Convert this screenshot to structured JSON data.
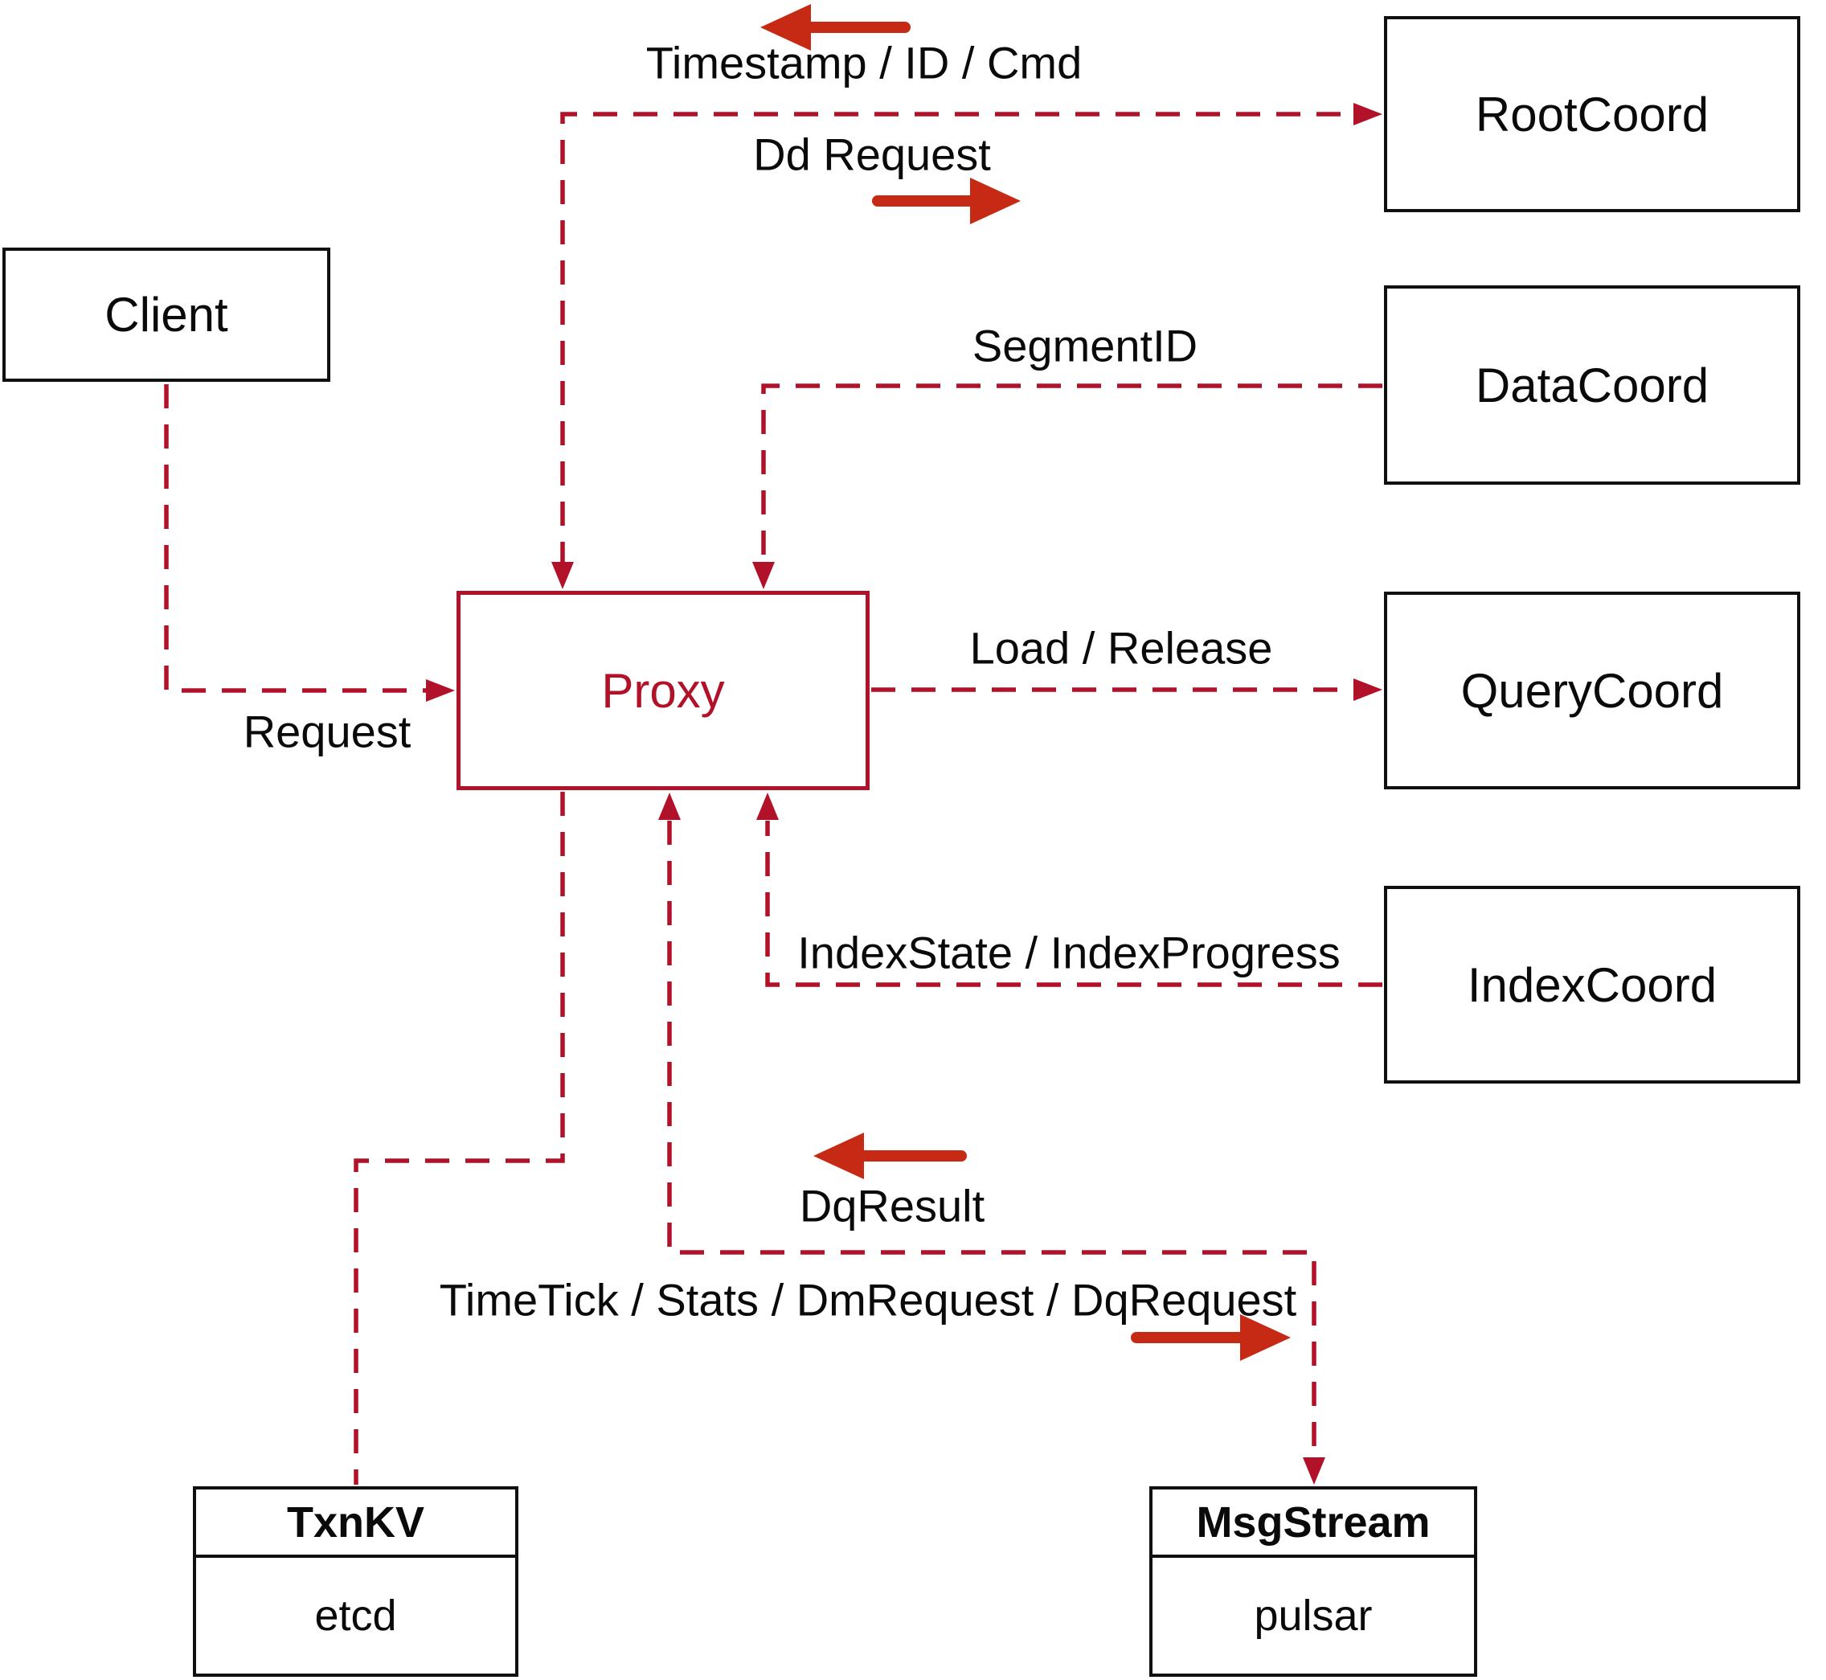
{
  "nodes": {
    "client": {
      "label": "Client"
    },
    "rootcoord": {
      "label": "RootCoord"
    },
    "datacoord": {
      "label": "DataCoord"
    },
    "querycoord": {
      "label": "QueryCoord"
    },
    "indexcoord": {
      "label": "IndexCoord"
    },
    "proxy": {
      "label": "Proxy"
    },
    "txnkv": {
      "header": "TxnKV",
      "body": "etcd"
    },
    "msgstream": {
      "header": "MsgStream",
      "body": "pulsar"
    }
  },
  "labels": {
    "timestamp": "Timestamp / ID / Cmd",
    "dd_request": "Dd Request",
    "segment_id": "SegmentID",
    "load_release": "Load / Release",
    "index_state": "IndexState / IndexProgress",
    "request": "Request",
    "dq_result": "DqResult",
    "timetick": "TimeTick / Stats / DmRequest / DqRequest"
  },
  "colors": {
    "line_color": "#b11229",
    "solid_arrow_color": "#c62a14",
    "border_color": "#101010",
    "text_color": "#0a0a0a",
    "proxy_color": "#b11229",
    "background": "#ffffff"
  }
}
